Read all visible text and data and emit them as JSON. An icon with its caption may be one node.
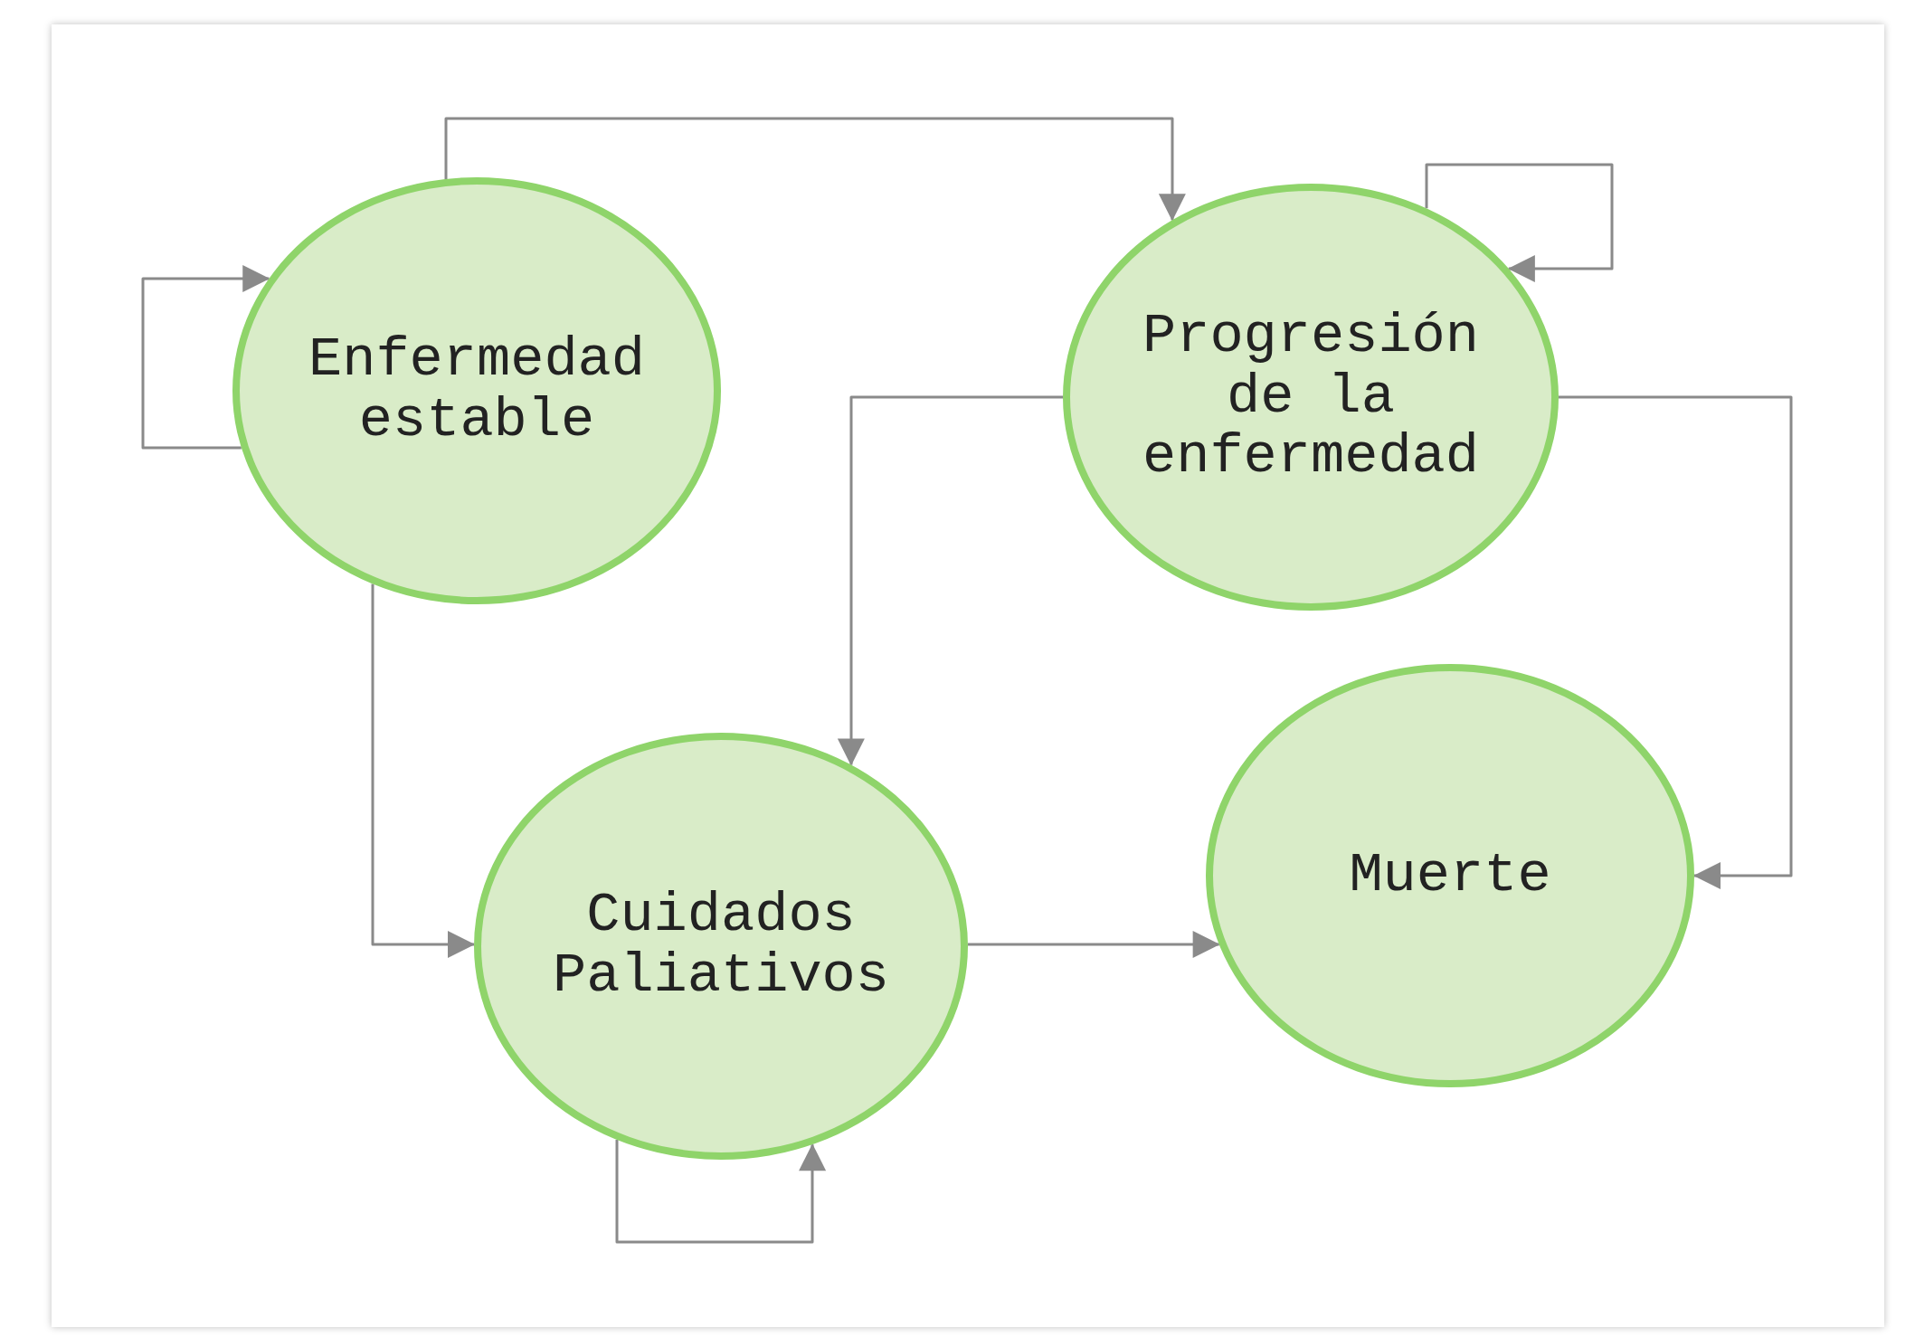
{
  "diagram": {
    "nodes": [
      {
        "text": [
          "Enfermedad estable"
        ]
      },
      {
        "text": [
          "Progresión de la enfermedad"
        ]
      },
      {
        "text": [
          "Cuidados Paliativos"
        ]
      },
      {
        "text": [
          "Muerte"
        ]
      }
    ],
    "edges": [
      {
        "from": 0,
        "to": 0,
        "arrow": "to"
      },
      {
        "from": 0,
        "to": 1,
        "arrow": "to"
      },
      {
        "from": 1,
        "to": 1,
        "arrow": "to"
      },
      {
        "from": 1,
        "to": 2,
        "arrow": "to"
      },
      {
        "from": 1,
        "to": 3,
        "arrow": "to"
      },
      {
        "from": 0,
        "to": 2,
        "arrow": "to"
      },
      {
        "from": 2,
        "to": 2,
        "arrow": "to"
      },
      {
        "from": 2,
        "to": 3,
        "arrow": "to"
      }
    ]
  }
}
